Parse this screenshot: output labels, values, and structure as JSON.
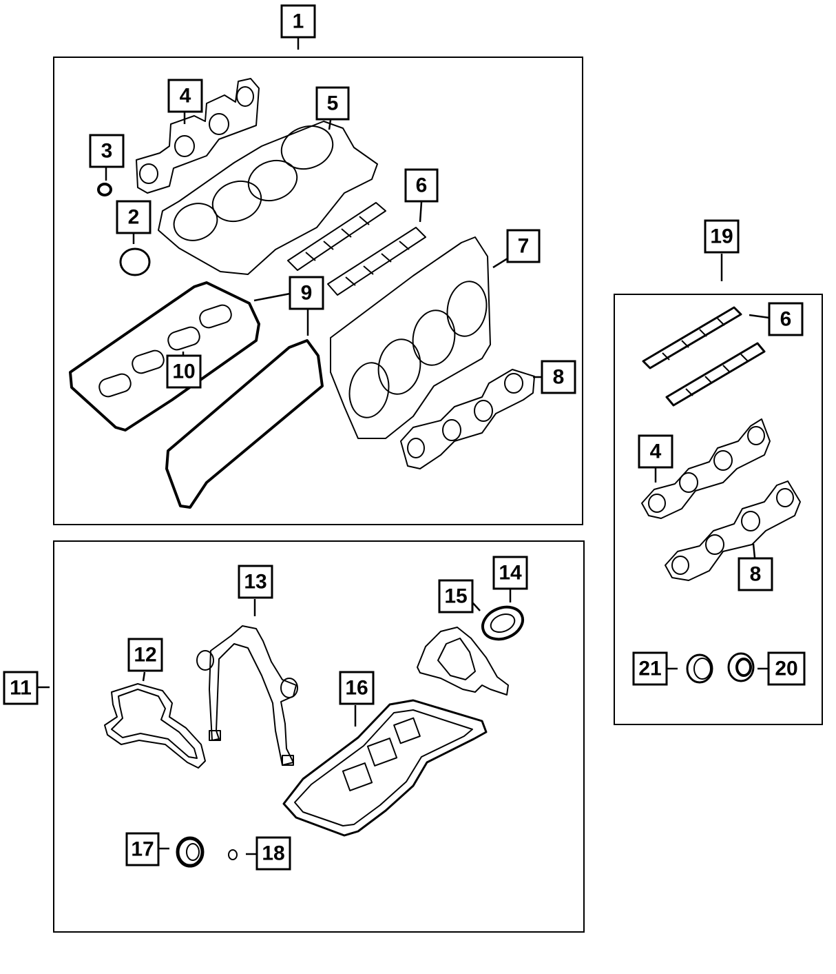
{
  "callouts": {
    "c1": "1",
    "c2": "2",
    "c3": "3",
    "c4a": "4",
    "c5": "5",
    "c6a": "6",
    "c7": "7",
    "c8a": "8",
    "c9": "9",
    "c10": "10",
    "c11": "11",
    "c12": "12",
    "c13": "13",
    "c14": "14",
    "c15": "15",
    "c16": "16",
    "c17": "17",
    "c18": "18",
    "c19": "19",
    "c6b": "6",
    "c4b": "4",
    "c8b": "8",
    "c21": "21",
    "c20": "20"
  }
}
